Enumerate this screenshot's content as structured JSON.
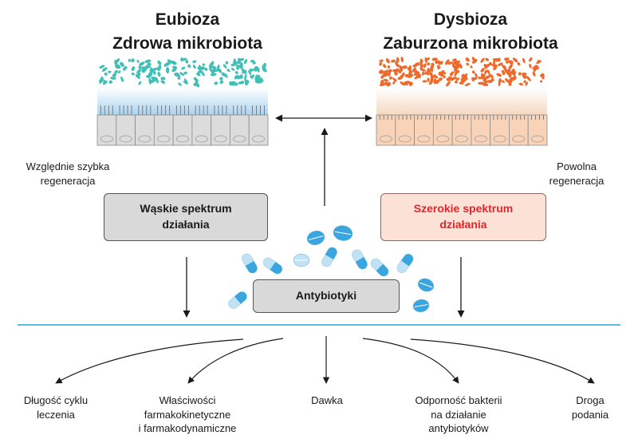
{
  "eubiosis": {
    "title_line1": "Eubioza",
    "title_line2": "Zdrowa mikrobiota",
    "regeneration": "Względnie szybka\nregeneracja",
    "bacteria_color": "#3fbfb5",
    "cell_color": "#dcdcdc",
    "mucus_color": "#a9d3ef"
  },
  "dysbiosis": {
    "title_line1": "Dysbioza",
    "title_line2": "Zaburzona mikrobiota",
    "regeneration": "Powolna\nregeneracja",
    "bacteria_color": "#ef6a2a",
    "cell_color": "#f8d3b8",
    "mucus_color": "#f6d8c2"
  },
  "narrow_spectrum": {
    "label": "Wąskie spektrum\ndziałania"
  },
  "broad_spectrum": {
    "label": "Szerokie spektrum\ndziałania",
    "text_color": "#e8242b"
  },
  "antibiotics": {
    "label": "Antybiotyki",
    "pill_color": "#3aa6e0",
    "pill_light_color": "#bfe3f5"
  },
  "divider_color": "#5bbde8",
  "factors": [
    "Długość cyklu\nleczenia",
    "Właściwości\nfarmakokinetyczne\ni farmakodynamiczne",
    "Dawka",
    "Odporność bakterii\nna działanie\nantybiotyków",
    "Droga\npodania"
  ]
}
